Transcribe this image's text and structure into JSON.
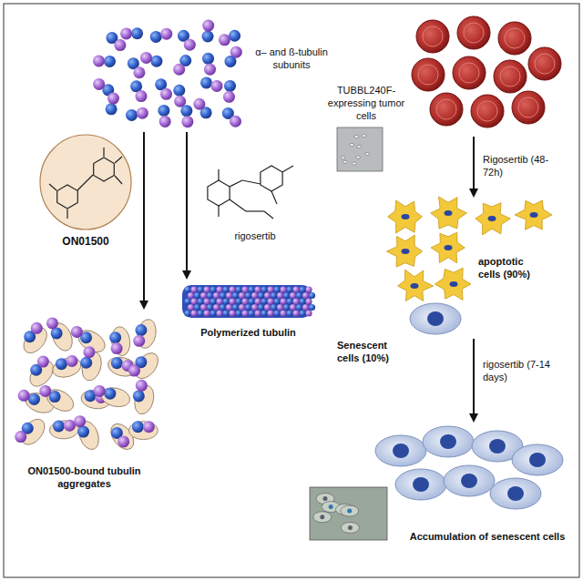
{
  "diagram": {
    "nodes": [
      {
        "text": [
          "ON01500"
        ]
      }
    ],
    "labels": [
      "α– and ß-tubulin subunits",
      "rigosertib",
      "ON01500-bound tubulin aggregates",
      "Polymerized tubulin",
      "TUBBL240F-expressing tumor cells",
      "Rigosertib (48-72h)",
      "apoptotic cells (90%)",
      "Senescent cells (10%)",
      "rigosertib (7-14 days)",
      "Accumulation of senescent cells"
    ]
  }
}
